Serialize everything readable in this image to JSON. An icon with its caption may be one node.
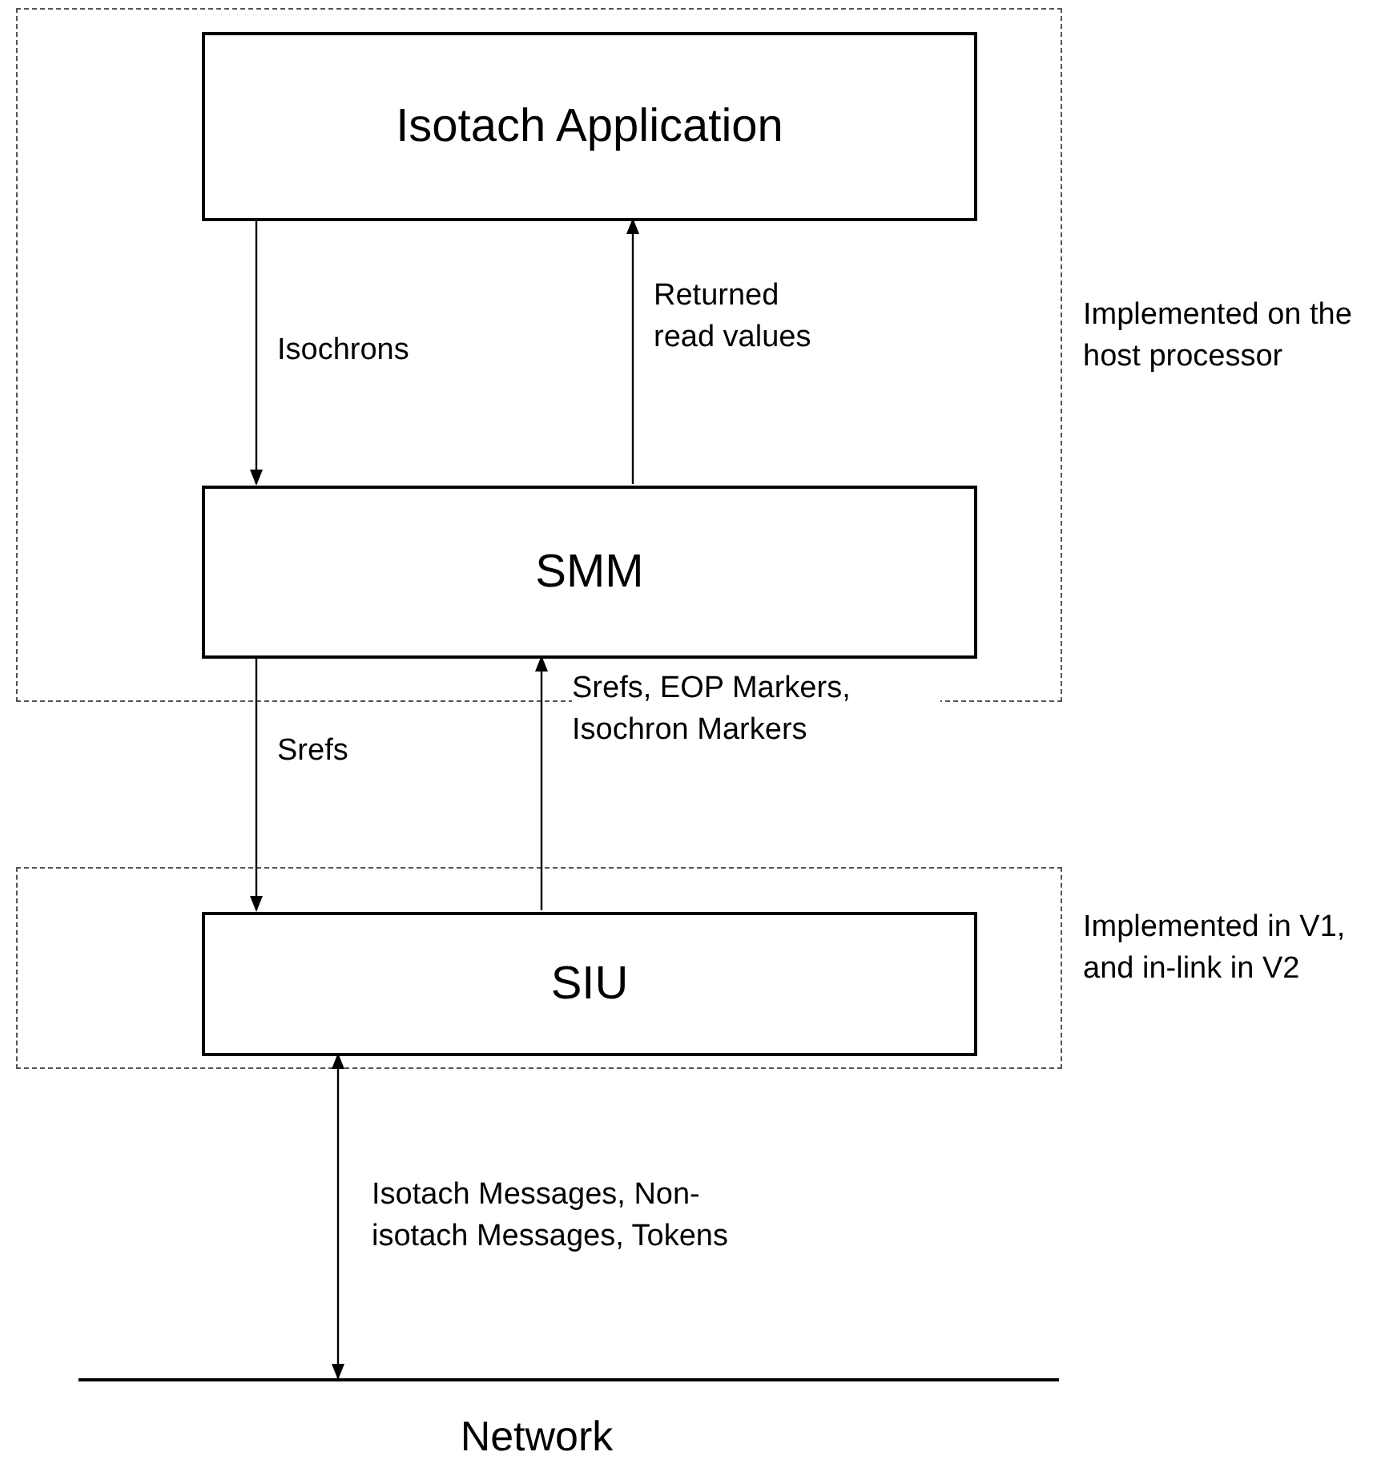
{
  "diagram": {
    "nodes": [
      {
        "text": [],
        "shape": "box",
        "beside": [
          "Implemented on the host processor"
        ]
      },
      {
        "text": [
          "Isotach Application"
        ],
        "in": 0
      },
      {
        "text": [
          "SMM"
        ],
        "in": 0
      },
      {
        "text": [],
        "shape": "box",
        "beside": [
          "Implemented in V1, and in-link in V2"
        ]
      },
      {
        "text": [
          "SIU"
        ],
        "in": 3
      },
      {
        "text": [
          "Network"
        ]
      }
    ],
    "edges": [
      {
        "from": 1,
        "to": 2,
        "arrow": "to",
        "label": "Isochrons"
      },
      {
        "from": 2,
        "to": 1,
        "arrow": "to",
        "label": "Returned read values"
      },
      {
        "from": 2,
        "to": 4,
        "arrow": "to",
        "label": "Srefs"
      },
      {
        "from": 4,
        "to": 2,
        "arrow": "to",
        "label": "Srefs, EOP Markers, Isochron Markers"
      },
      {
        "from": 4,
        "to": 5,
        "arrow": "both",
        "label": "Isotach Messages, Non-isotach Messages, Tokens"
      }
    ]
  }
}
